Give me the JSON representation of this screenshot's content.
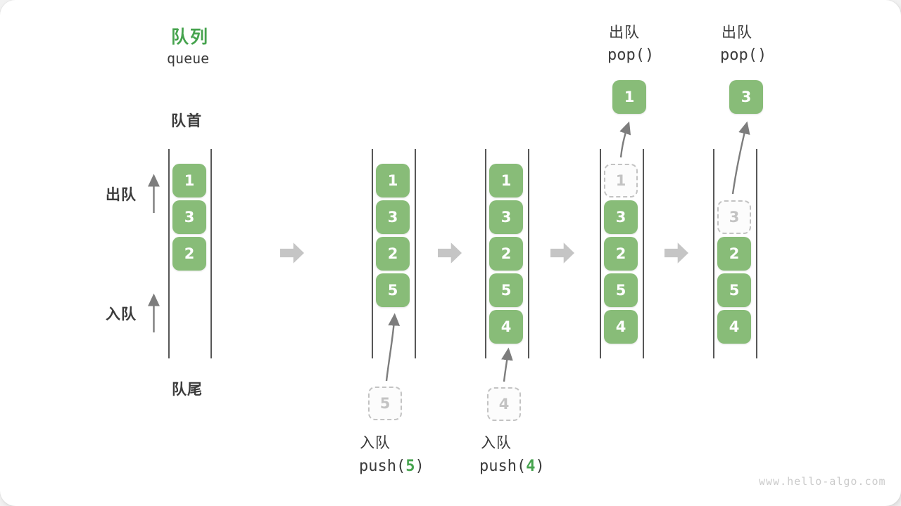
{
  "title": {
    "zh": "队列",
    "en": "queue"
  },
  "side_labels": {
    "front": "队首",
    "rear": "队尾",
    "dequeue": "出队",
    "enqueue": "入队"
  },
  "states": [
    {
      "slots": [
        {
          "value": "1"
        },
        {
          "value": "3"
        },
        {
          "value": "2"
        }
      ]
    },
    {
      "slots": [
        {
          "value": "1"
        },
        {
          "value": "3"
        },
        {
          "value": "2"
        },
        {
          "value": "5"
        }
      ]
    },
    {
      "slots": [
        {
          "value": "1"
        },
        {
          "value": "3"
        },
        {
          "value": "2"
        },
        {
          "value": "5"
        },
        {
          "value": "4"
        }
      ]
    },
    {
      "slots": [
        {
          "value": "1",
          "ghost": true
        },
        {
          "value": "3"
        },
        {
          "value": "2"
        },
        {
          "value": "5"
        },
        {
          "value": "4"
        }
      ]
    },
    {
      "slots": [
        {
          "value": "3",
          "ghost": true
        },
        {
          "value": "2"
        },
        {
          "value": "5"
        },
        {
          "value": "4"
        }
      ]
    }
  ],
  "enqueue_ops": [
    {
      "label": "入队",
      "fn_open": "push(",
      "arg": "5",
      "fn_close": ")",
      "incoming_value": "5"
    },
    {
      "label": "入队",
      "fn_open": "push(",
      "arg": "4",
      "fn_close": ")",
      "incoming_value": "4"
    }
  ],
  "dequeue_ops": [
    {
      "label": "出队",
      "fn": "pop()",
      "popped_value": "1"
    },
    {
      "label": "出队",
      "fn": "pop()",
      "popped_value": "3"
    }
  ],
  "watermark": "www.hello-algo.com",
  "colors": {
    "box_green": "#88BC78",
    "accent_green": "#46A34E",
    "block_arrow_gray": "#C5C5C5",
    "thin_arrow_gray": "#7D7D7D",
    "text_dark": "#3B3B3B",
    "ghost_gray": "#C3C3C3"
  }
}
